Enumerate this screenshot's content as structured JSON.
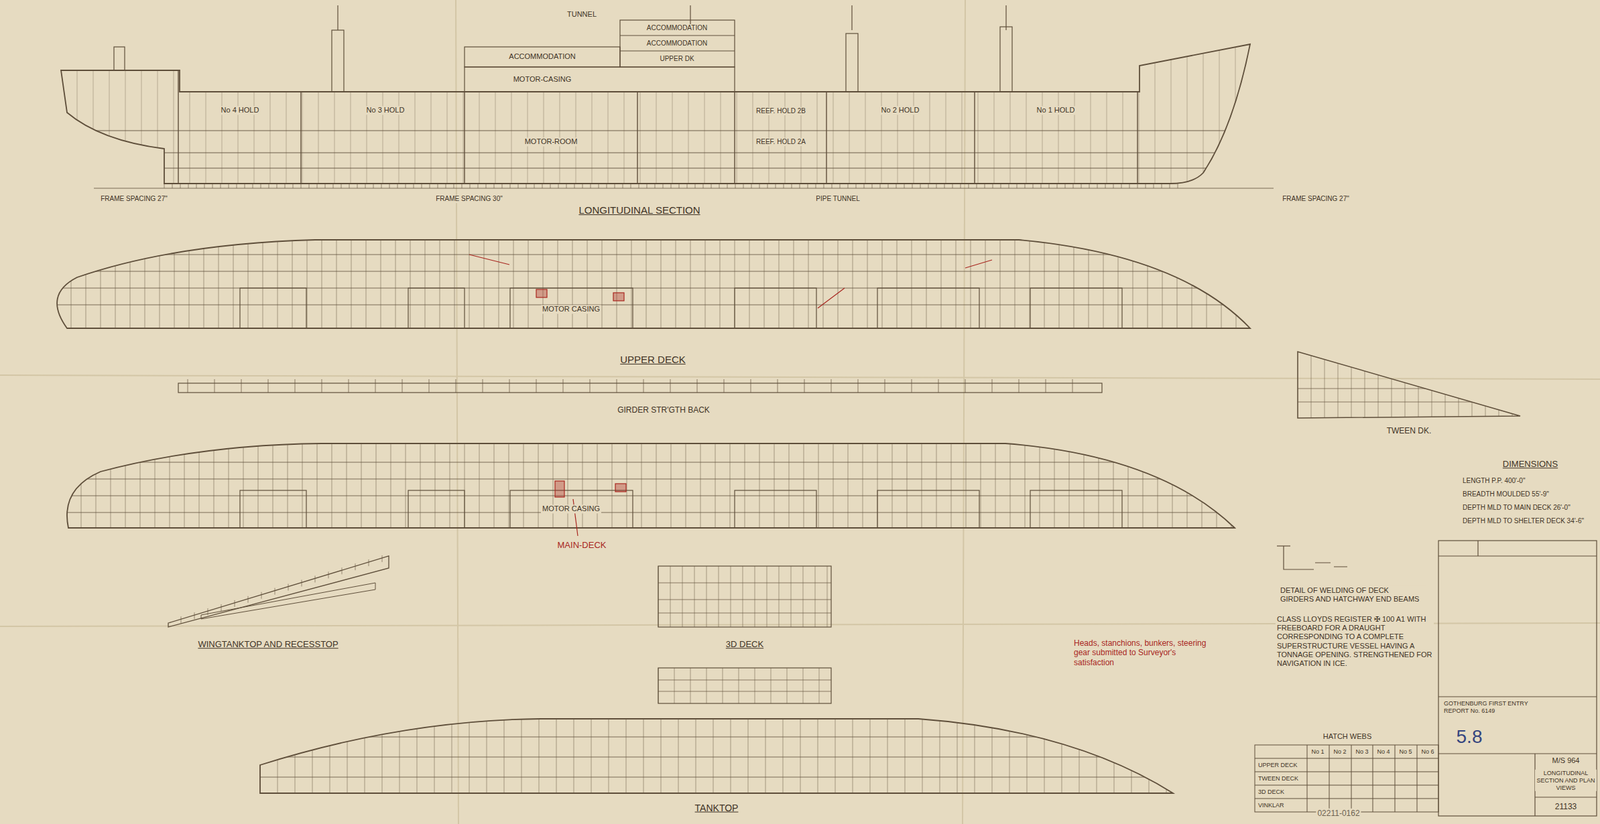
{
  "diagram": {
    "labels": [
      "LONGITUDINAL SECTION",
      "TUNNEL",
      "ACCOMMODATION",
      "MOTOR-CASING",
      "ACCOMMODATION",
      "ACCOMMODATION",
      "UPPER DK",
      "MOTOR-ROOM",
      "No 4 HOLD",
      "No 3 HOLD",
      "No 2 HOLD",
      "No 1 HOLD",
      "REEF. HOLD 2B",
      "REEF. HOLD 2A",
      "FRAME SPACING 27\"",
      "FRAME SPACING 30\"",
      "PIPE TUNNEL",
      "FRAME SPACING 27\"",
      "MOTOR CASING",
      "UPPER DECK",
      "GIRDER STR'GTH BACK",
      "MOTOR CASING",
      "MAIN-DECK",
      "WINGTANKTOP AND RECESSTOP",
      "3D DECK",
      "TANKTOP",
      "TWEEN DK.",
      "DIMENSIONS",
      "LENGTH P.P. 400'-0\"",
      "BREADTH MOULDED 55'-9\"",
      "DEPTH MLD TO MAIN DECK 26'-0\"",
      "DEPTH MLD TO SHELTER DECK 34'-6\"",
      "DETAIL OF WELDING OF DECK GIRDERS AND HATCHWAY END BEAMS",
      "CLASS LLOYDS REGISTER ✠ 100 A1 WITH FREEBOARD FOR A DRAUGHT CORRESPONDING TO A COMPLETE SUPERSTRUCTURE VESSEL HAVING A TONNAGE OPENING. STRENGTHENED FOR NAVIGATION IN ICE.",
      "Heads, stanchions, bunkers, steering gear submitted to Surveyor's satisfaction",
      "HATCH WEBS",
      "No 1",
      "No 2",
      "No 3",
      "No 4",
      "No 5",
      "No 6",
      "UPPER DECK",
      "TWEEN DECK",
      "3D DECK",
      "VINKLAR",
      "GOTHENBURG FIRST ENTRY REPORT No. 6149",
      "5.8",
      "M/S 964",
      "LONGITUDINAL SECTION AND PLAN VIEWS",
      "21133",
      "02211-0162"
    ]
  }
}
